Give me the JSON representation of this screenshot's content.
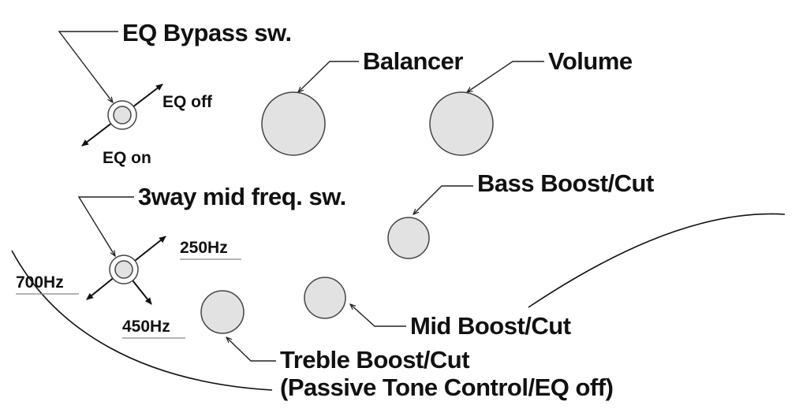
{
  "labels": {
    "eq_bypass": "EQ Bypass sw.",
    "eq_off": "EQ off",
    "eq_on": "EQ on",
    "balancer": "Balancer",
    "volume": "Volume",
    "bass": "Bass Boost/Cut",
    "mid_switch": "3way mid freq. sw.",
    "hz250": "250Hz",
    "hz700": "700Hz",
    "hz450": "450Hz",
    "mid": "Mid Boost/Cut",
    "treble": "Treble Boost/Cut",
    "treble_note": "(Passive Tone Control/EQ off)"
  },
  "colors": {
    "knob": "#e2e2e2",
    "line": "#222222"
  }
}
